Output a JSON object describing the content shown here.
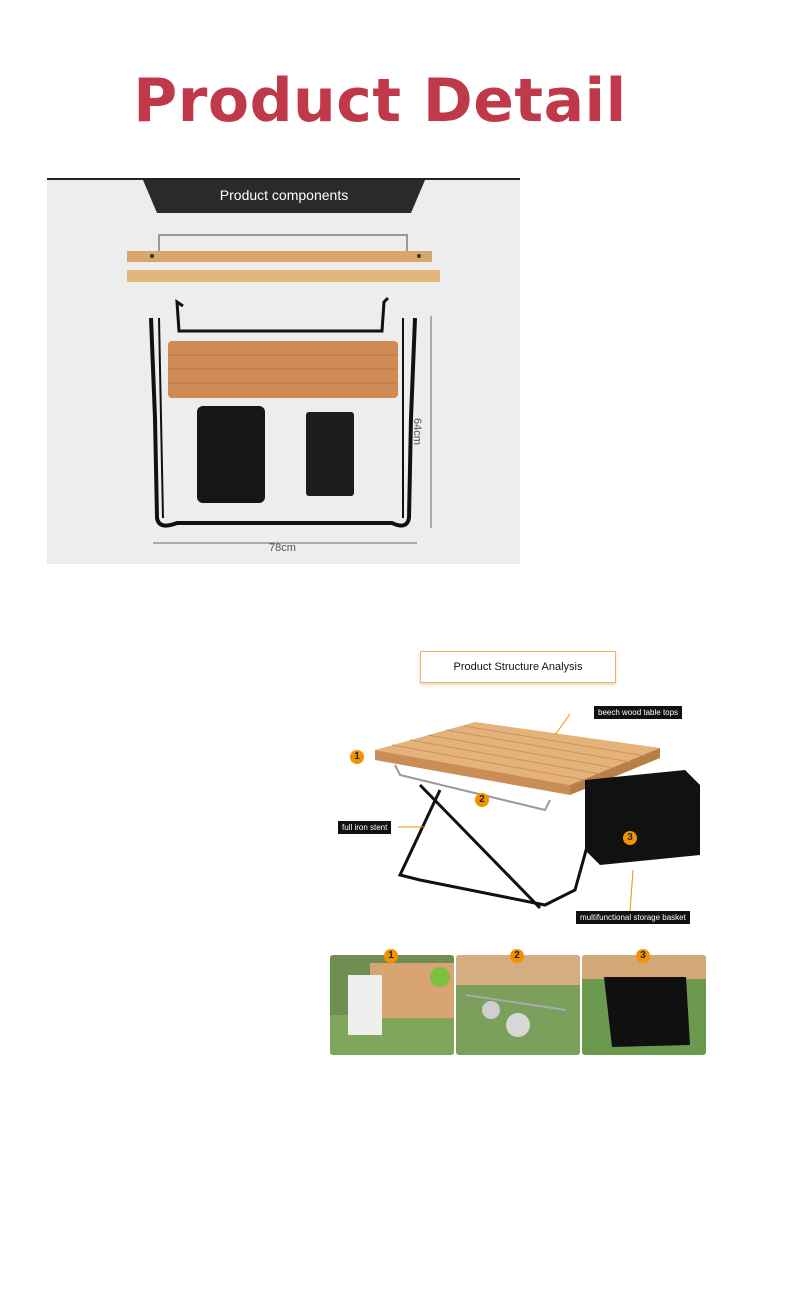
{
  "page": {
    "title": "Product Detail",
    "title_color": "#c0394a"
  },
  "components_panel": {
    "banner": "Product components",
    "height_dimension": "64cm",
    "width_dimension": "78cm"
  },
  "structure_panel": {
    "heading": "Product Structure Analysis",
    "labels": {
      "table_top": "beech wood table tops",
      "stent": "full iron stent",
      "basket": "multifunctional storage basket"
    },
    "markers": [
      "1",
      "2",
      "3"
    ],
    "accent_color": "#f39200"
  }
}
